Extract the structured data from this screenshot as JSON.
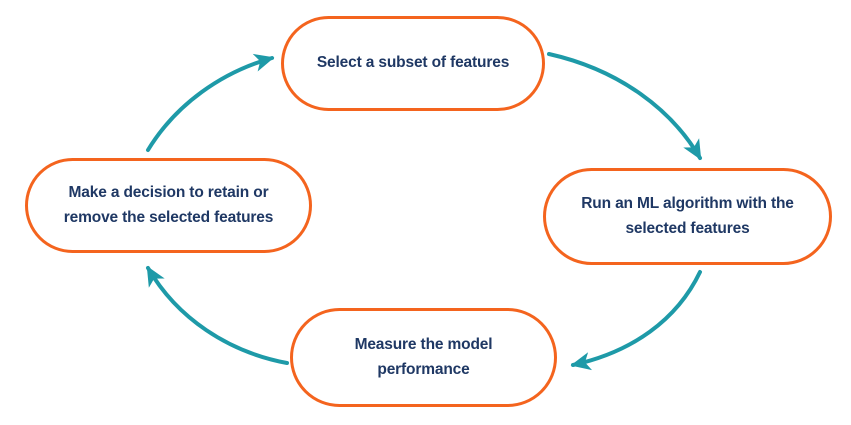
{
  "diagram": {
    "title": "",
    "type": "cycle",
    "direction": "clockwise",
    "colors": {
      "node_border": "#F4641E",
      "node_fill": "#FFFFFF",
      "node_text": "#1F3864",
      "arrow": "#1E9AA8",
      "background": "#FFFFFF"
    },
    "nodes": [
      {
        "id": "select",
        "label": "Select a subset of features"
      },
      {
        "id": "run",
        "label": "Run an ML algorithm with the selected features"
      },
      {
        "id": "measure",
        "label": "Measure the model performance"
      },
      {
        "id": "decision",
        "label": "Make a decision to retain or remove the selected features"
      }
    ],
    "edges": [
      {
        "from": "select",
        "to": "run",
        "style": "curved-arrow",
        "label": ""
      },
      {
        "from": "run",
        "to": "measure",
        "style": "curved-arrow",
        "label": ""
      },
      {
        "from": "measure",
        "to": "decision",
        "style": "curved-arrow",
        "label": ""
      },
      {
        "from": "decision",
        "to": "select",
        "style": "curved-arrow",
        "label": ""
      }
    ]
  }
}
